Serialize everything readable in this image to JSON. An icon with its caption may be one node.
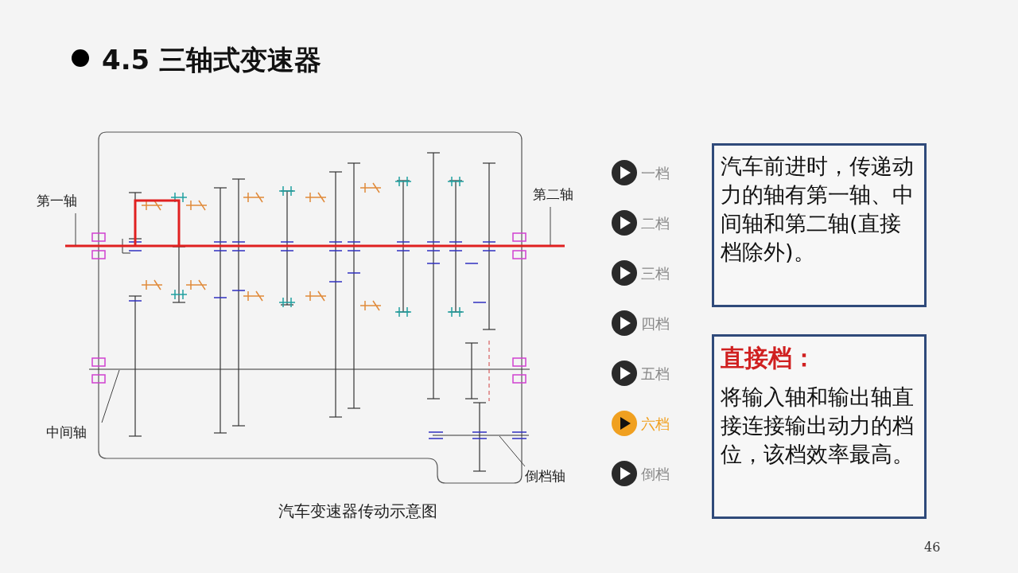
{
  "diagram": {
    "title": "4.5 三轴式变速器",
    "caption": "汽车变速器传动示意图",
    "nodes": [
      {
        "text": [
          "第一轴"
        ]
      },
      {
        "text": [
          "第二轴"
        ]
      },
      {
        "text": [
          "中间轴"
        ]
      },
      {
        "text": [
          "倒档轴"
        ]
      },
      {
        "text": [
          "汽车前进时，传递动力的轴有第一轴、中间轴和第二轴(直接档除外)。"
        ]
      },
      {
        "text": [
          "直接档：",
          "将输入轴和输出轴直接连接输出动力的档位，该档效率最高。"
        ]
      }
    ],
    "edges": [
      {
        "from": 0,
        "to": null,
        "arrow": "none"
      },
      {
        "from": 1,
        "to": null,
        "arrow": "none"
      },
      {
        "from": 2,
        "to": null,
        "arrow": "none"
      },
      {
        "from": 3,
        "to": null,
        "arrow": "none"
      }
    ],
    "labels": [
      "一档",
      "二档",
      "三档",
      "四档",
      "五档",
      "六档",
      "倒档",
      "46"
    ]
  }
}
